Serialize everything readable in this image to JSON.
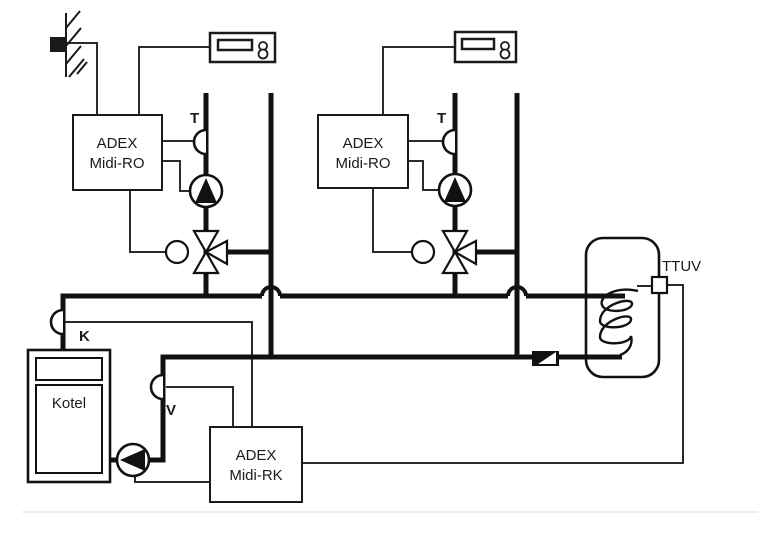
{
  "page": {
    "type": "heating-system-schematic",
    "colors": {
      "line": "#1a1a1a",
      "wire": "#2a2a2a",
      "background": "#ffffff",
      "symbol_fill": "#ffffff",
      "artifact_line": "#ededed"
    }
  },
  "labels": {
    "controller_ro1_line1": "ADEX",
    "controller_ro1_line2": "Midi-RO",
    "controller_ro2_line1": "ADEX",
    "controller_ro2_line2": "Midi-RO",
    "controller_rk_line1": "ADEX",
    "controller_rk_line2": "Midi-RK",
    "boiler": "Kotel",
    "tank_sensor": "TTUV",
    "supply_sensor_1": "T",
    "supply_sensor_2": "T",
    "boiler_sensor": "K",
    "return_sensor": "V"
  },
  "icons": {
    "outdoor_sensor": "black-square-on-hatched-wall",
    "room_unit": "box-with-display-bar-and-knob",
    "pump": "circle-with-filled-triangle",
    "mixing_valve": "three-way-triangle-valve",
    "valve_actuator": "circle",
    "temp_sensor": "half-circle-clamp-on-pipe",
    "check_valve": "black-block-with-white-triangle",
    "dhw_tank": "rounded-vessel-with-coil"
  }
}
